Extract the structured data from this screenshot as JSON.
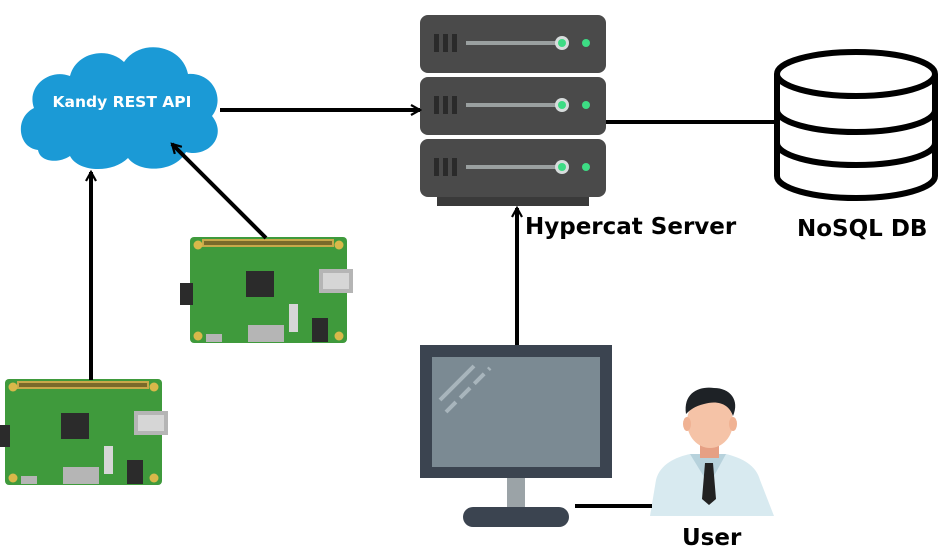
{
  "cloud": {
    "label": "Kandy REST API"
  },
  "server": {
    "label": "Hypercat Server"
  },
  "database": {
    "label": "NoSQL DB"
  },
  "user": {
    "label": "User"
  },
  "icons": {
    "cloud": "cloud-icon",
    "server": "server-rack-icon",
    "database": "database-icon",
    "device_top": "raspberry-pi-board-icon",
    "device_bottom": "raspberry-pi-board-icon",
    "monitor": "computer-monitor-icon",
    "person": "user-icon"
  },
  "colors": {
    "cloud": "#1b9ad6",
    "server": "#4a4a4a",
    "led": "#3ddc84",
    "board": "#3f9a3c",
    "monitor_frame": "#3b4450",
    "monitor_screen": "#7b8a93"
  }
}
